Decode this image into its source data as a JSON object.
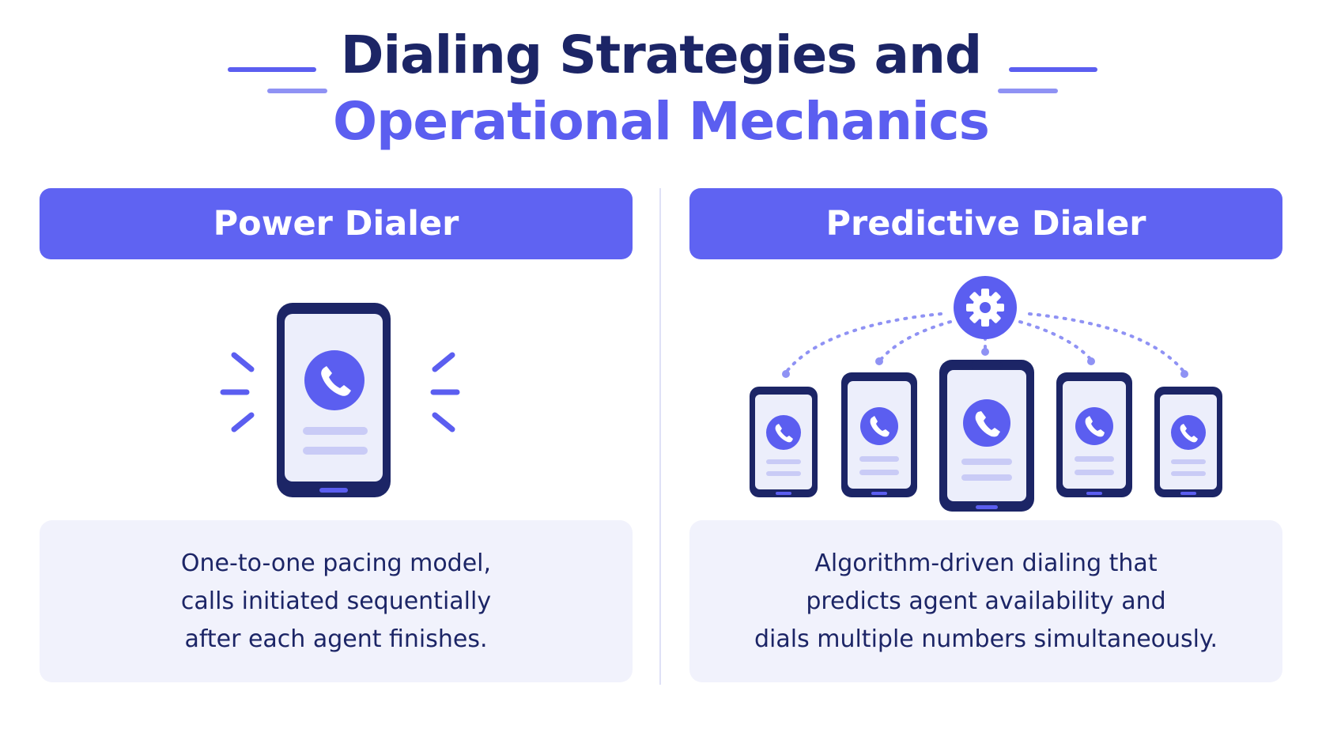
{
  "title": {
    "line1": "Dialing Strategies and",
    "line2": "Operational Mechanics"
  },
  "colors": {
    "navy": "#1c2566",
    "accent": "#5b5ef0",
    "header_bg": "#5f63f2",
    "panel_bg": "#f1f2fc",
    "phone_screen": "#eceefb"
  },
  "panels": [
    {
      "header": "Power Dialer",
      "description": [
        "One-to-one pacing model,",
        "calls initiated sequentially",
        "after each agent finishes."
      ],
      "icons": [
        "smartphone-icon",
        "phone-call-icon",
        "ringing-lines-icon"
      ]
    },
    {
      "header": "Predictive Dialer",
      "description": [
        "Algorithm-driven dialing that",
        "predicts agent availability and",
        "dials multiple numbers simultaneously."
      ],
      "icons": [
        "gear-icon",
        "smartphone-icon",
        "phone-call-icon",
        "dotted-connector-icon"
      ]
    }
  ]
}
